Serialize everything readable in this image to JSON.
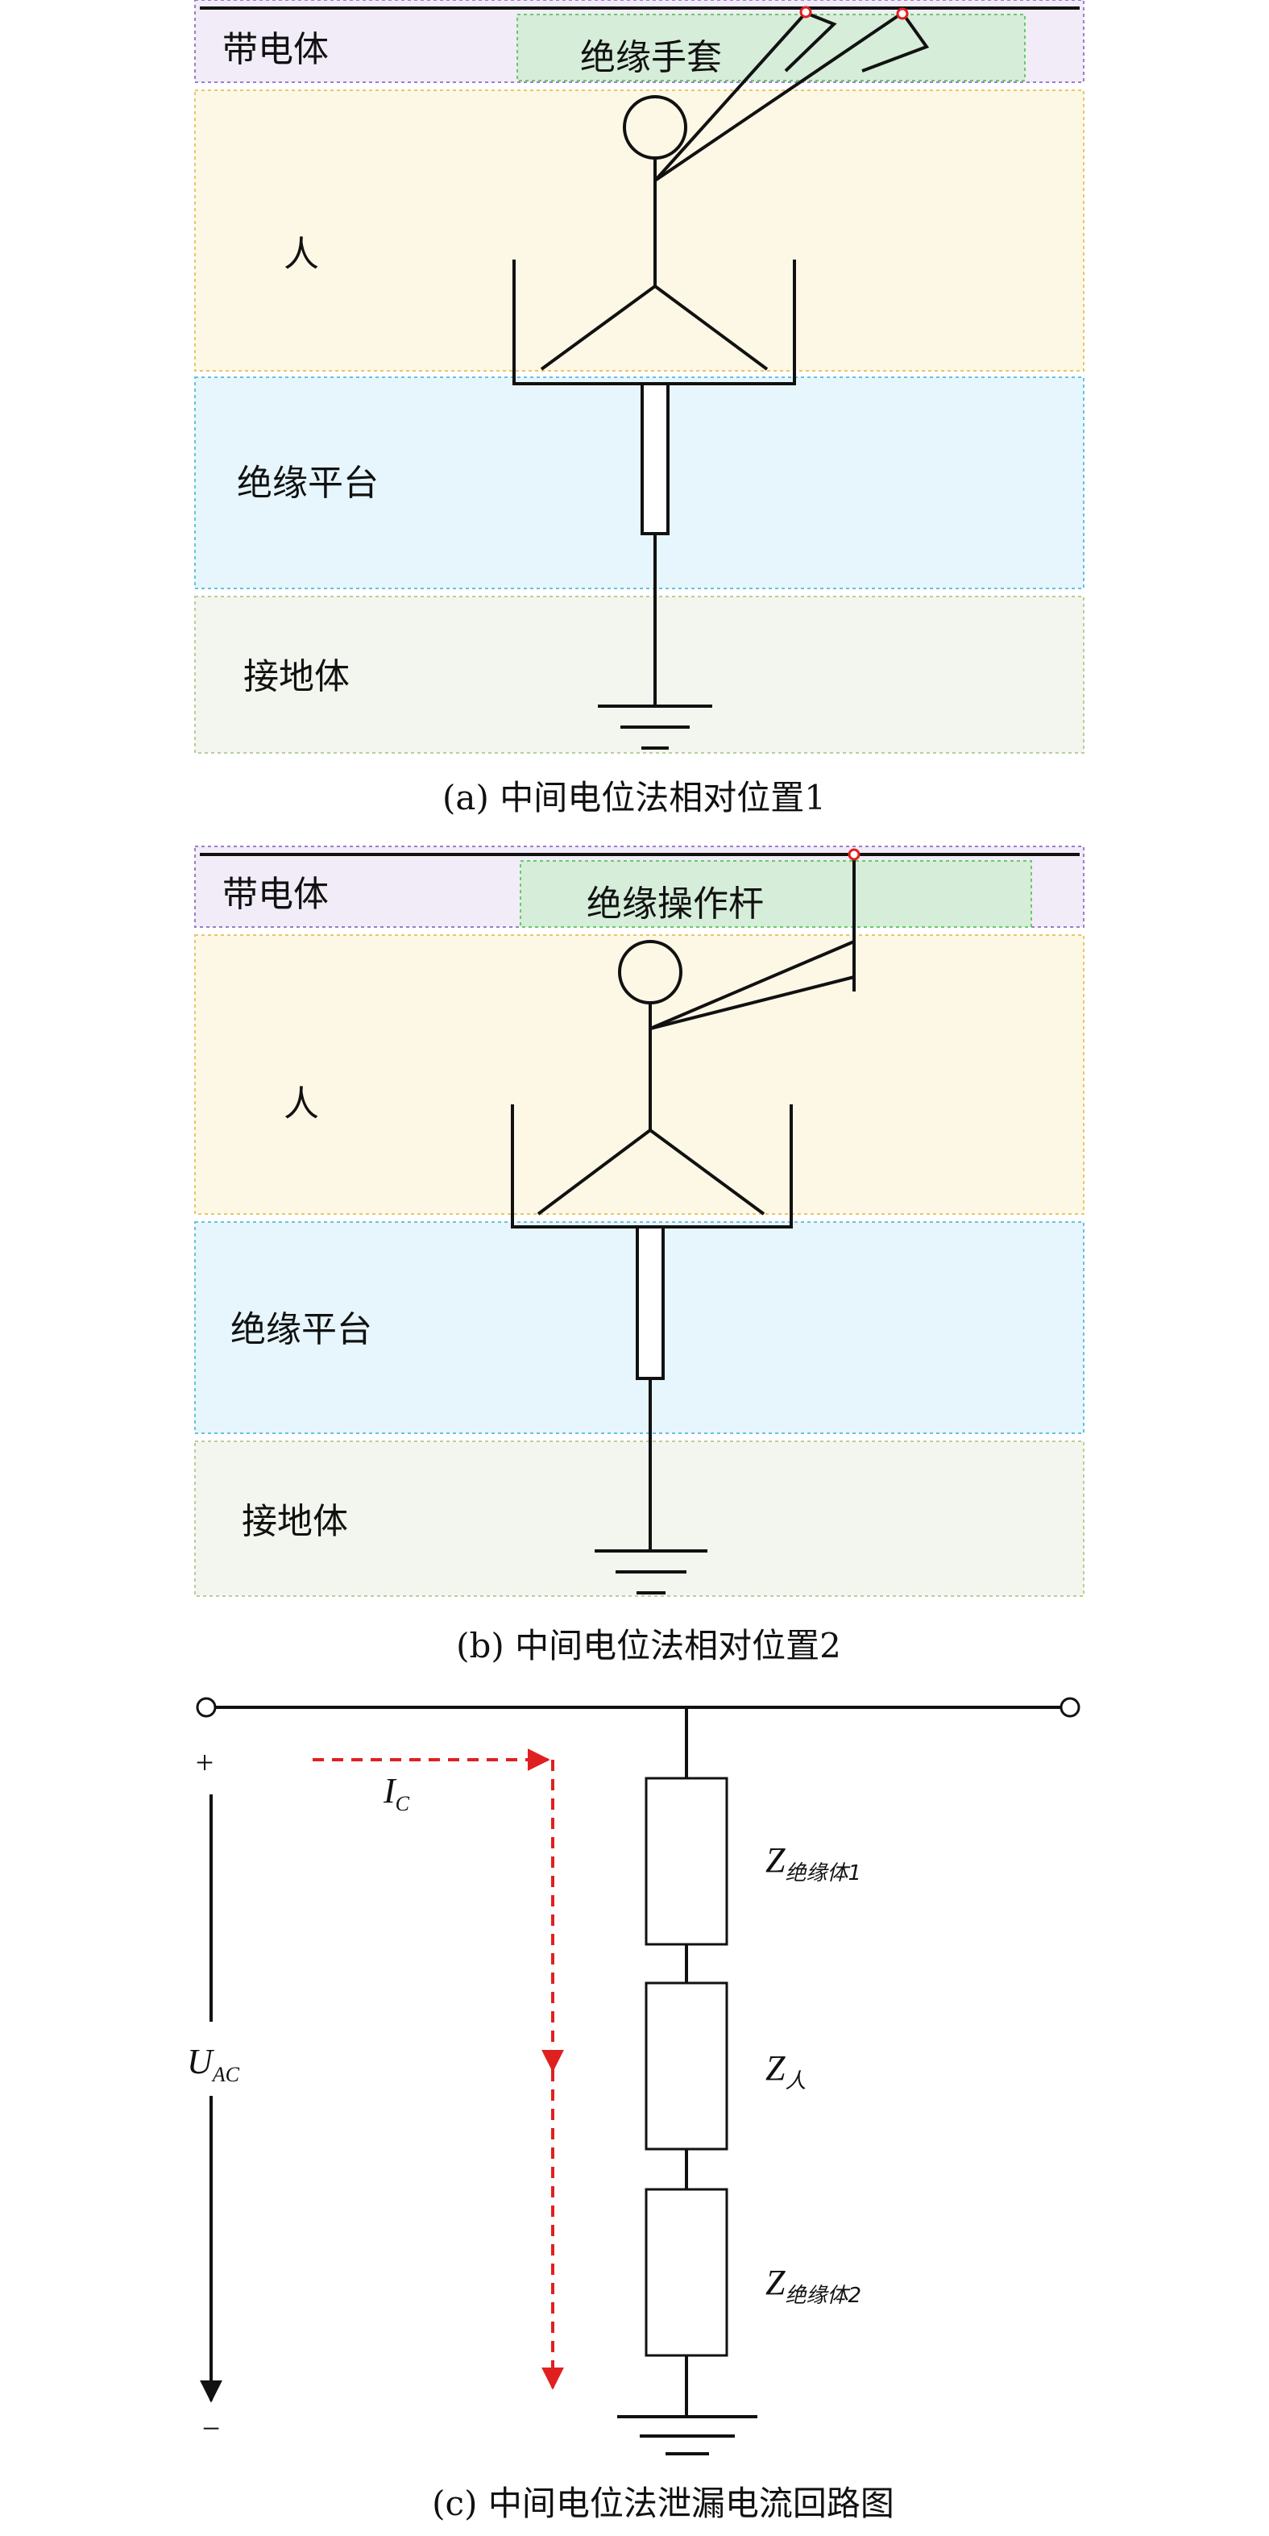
{
  "diagram_a": {
    "zones": {
      "live": "带电体",
      "person": "人",
      "platform": "绝缘平台",
      "ground": "接地体"
    },
    "tool_label": "绝缘手套",
    "caption": "(a) 中间电位法相对位置1"
  },
  "diagram_b": {
    "zones": {
      "live": "带电体",
      "person": "人",
      "platform": "绝缘平台",
      "ground": "接地体"
    },
    "tool_label": "绝缘操作杆",
    "caption": "(b) 中间电位法相对位置2"
  },
  "diagram_c": {
    "plus": "+",
    "minus": "−",
    "voltage": {
      "symbol": "U",
      "subscript": "AC"
    },
    "current": {
      "symbol": "I",
      "subscript": "C"
    },
    "impedances": [
      {
        "symbol": "Z",
        "subscript": "绝缘体1"
      },
      {
        "symbol": "Z",
        "subscript": "人"
      },
      {
        "symbol": "Z",
        "subscript": "绝缘体2"
      }
    ],
    "caption": "(c) 中间电位法泄漏电流回路图"
  },
  "colors": {
    "live_zone_fill": "#f1ecf7",
    "live_zone_border": "#9b7fc7",
    "tool_fill": "#d6edd9",
    "tool_border": "#66cc66",
    "person_zone_fill": "#fdf8e6",
    "person_zone_border": "#e8c766",
    "platform_zone_fill": "#e6f6fc",
    "platform_zone_border": "#66c2dd",
    "ground_zone_fill": "#f3f6ee",
    "ground_zone_border": "#b7cf9a",
    "current_arrow": "#e02020",
    "contact_point": "#e02020"
  }
}
